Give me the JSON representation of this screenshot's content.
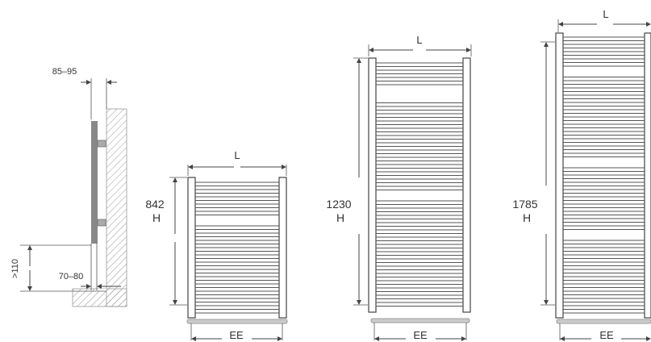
{
  "side_view": {
    "offset_top_label": "85–95",
    "offset_bottom_label": "70–80",
    "floor_clearance_label": ">110"
  },
  "radiators": [
    {
      "height_value": "842",
      "height_letter": "H",
      "width_letter": "L",
      "axis_label": "EE"
    },
    {
      "height_value": "1230",
      "height_letter": "H",
      "width_letter": "L",
      "axis_label": "EE"
    },
    {
      "height_value": "1785",
      "height_letter": "H",
      "width_letter": "L",
      "axis_label": "EE"
    }
  ],
  "colors": {
    "line": "#444444",
    "bar": "#888888",
    "hatch": "#999999",
    "pipe": "#cccccc"
  }
}
